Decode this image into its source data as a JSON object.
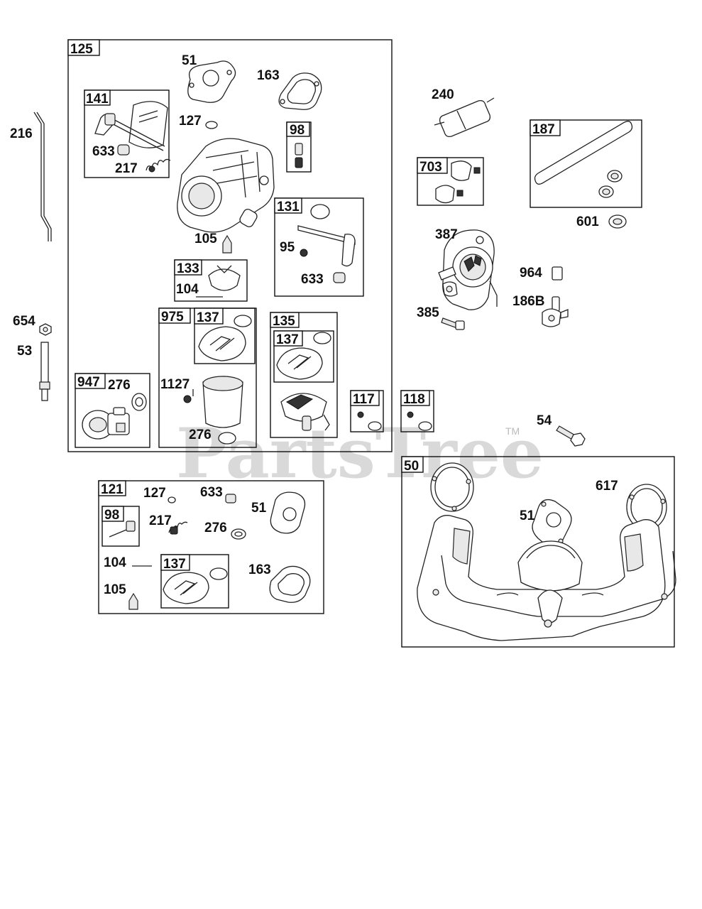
{
  "watermark": {
    "text": "PartsTree",
    "trademark": "TM"
  },
  "groups": {
    "g125": "125",
    "g141": "141",
    "g98a": "98",
    "g131": "131",
    "g133": "133",
    "g975": "975",
    "g137a": "137",
    "g135": "135",
    "g137b": "137",
    "g947": "947",
    "g117": "117",
    "g118": "118",
    "g121": "121",
    "g98b": "98",
    "g137c": "137",
    "g187": "187",
    "g703": "703",
    "g50": "50"
  },
  "labels": {
    "l51a": "51",
    "l163a": "163",
    "l127a": "127",
    "l633a": "633",
    "l217a": "217",
    "l105a": "105",
    "l95": "95",
    "l633b": "633",
    "l104a": "104",
    "l276a": "276",
    "l1127": "1127",
    "l276b": "276",
    "l216": "216",
    "l654": "654",
    "l53": "53",
    "l127b": "127",
    "l633c": "633",
    "l51b": "51",
    "l217b": "217",
    "l276c": "276",
    "l104b": "104",
    "l105b": "105",
    "l163b": "163",
    "l240": "240",
    "l601": "601",
    "l387": "387",
    "l964": "964",
    "l186b": "186B",
    "l385": "385",
    "l54": "54",
    "l617": "617",
    "l51c": "51"
  }
}
